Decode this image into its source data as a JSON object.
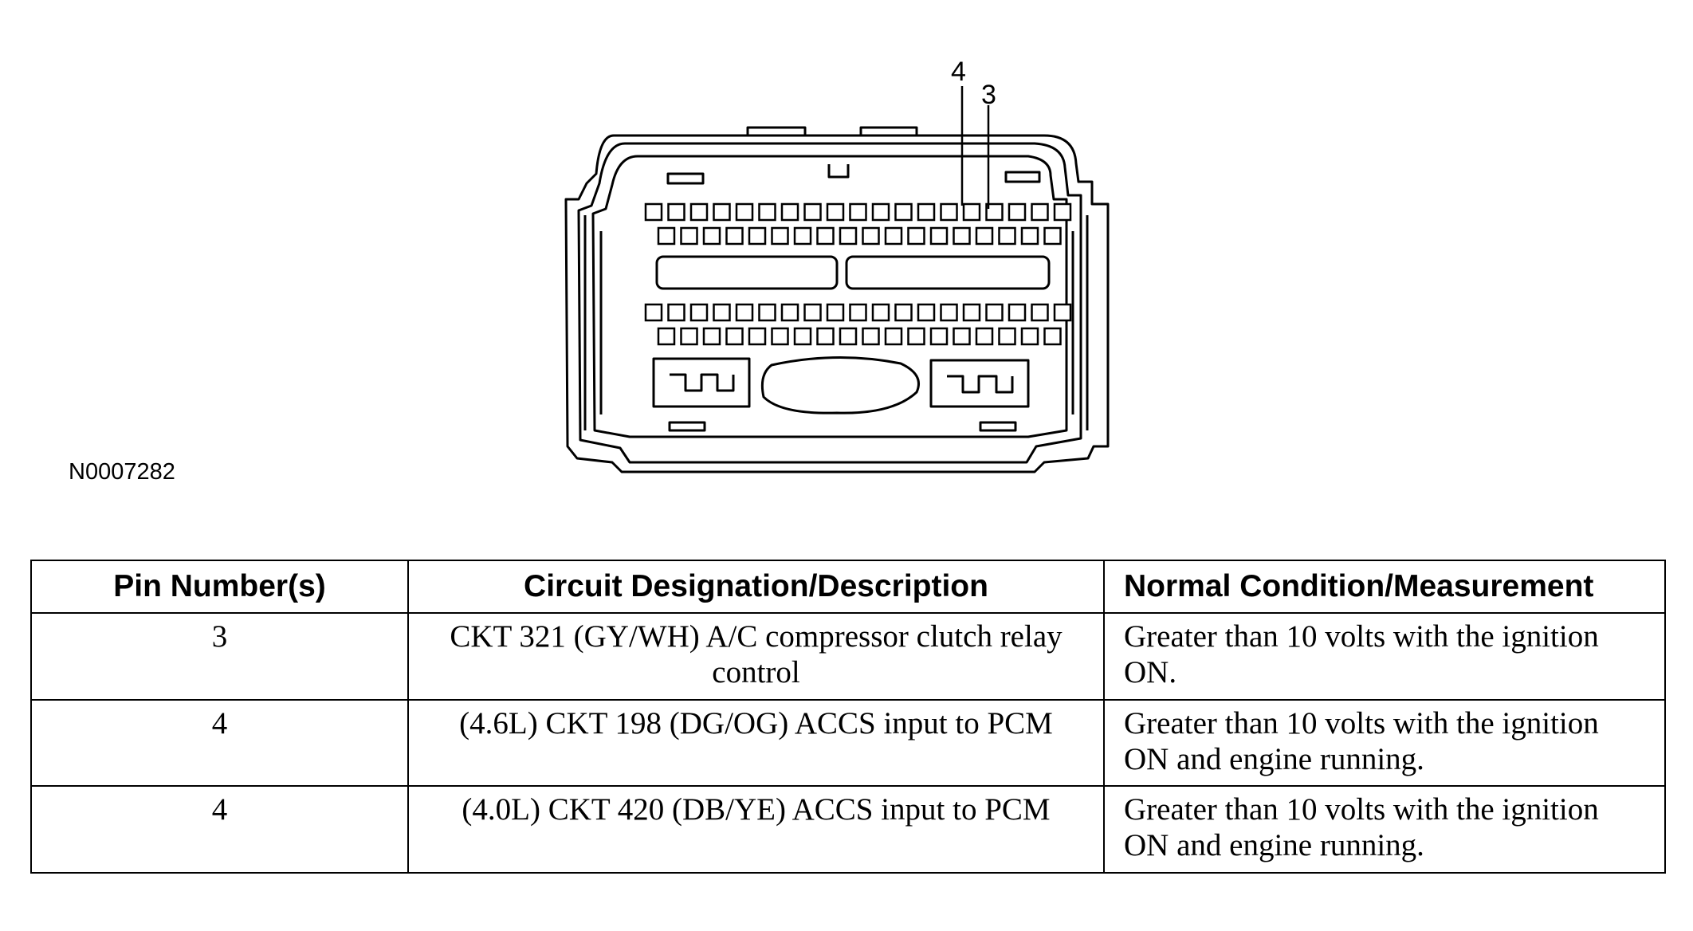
{
  "figure": {
    "id": "N0007282",
    "callouts": [
      "4",
      "3"
    ]
  },
  "table": {
    "headers": [
      "Pin Number(s)",
      "Circuit Designation/Description",
      "Normal Condition/Measurement"
    ],
    "rows": [
      [
        "3",
        "CKT 321 (GY/WH) A/C compressor clutch relay control",
        "Greater than 10 volts with the ignition ON."
      ],
      [
        "4",
        "(4.6L) CKT 198 (DG/OG) ACCS input to PCM",
        "Greater than 10 volts with the ignition ON and engine running."
      ],
      [
        "4",
        "(4.0L) CKT 420 (DB/YE) ACCS input to PCM",
        "Greater than 10 volts with the ignition ON and engine running."
      ]
    ]
  }
}
